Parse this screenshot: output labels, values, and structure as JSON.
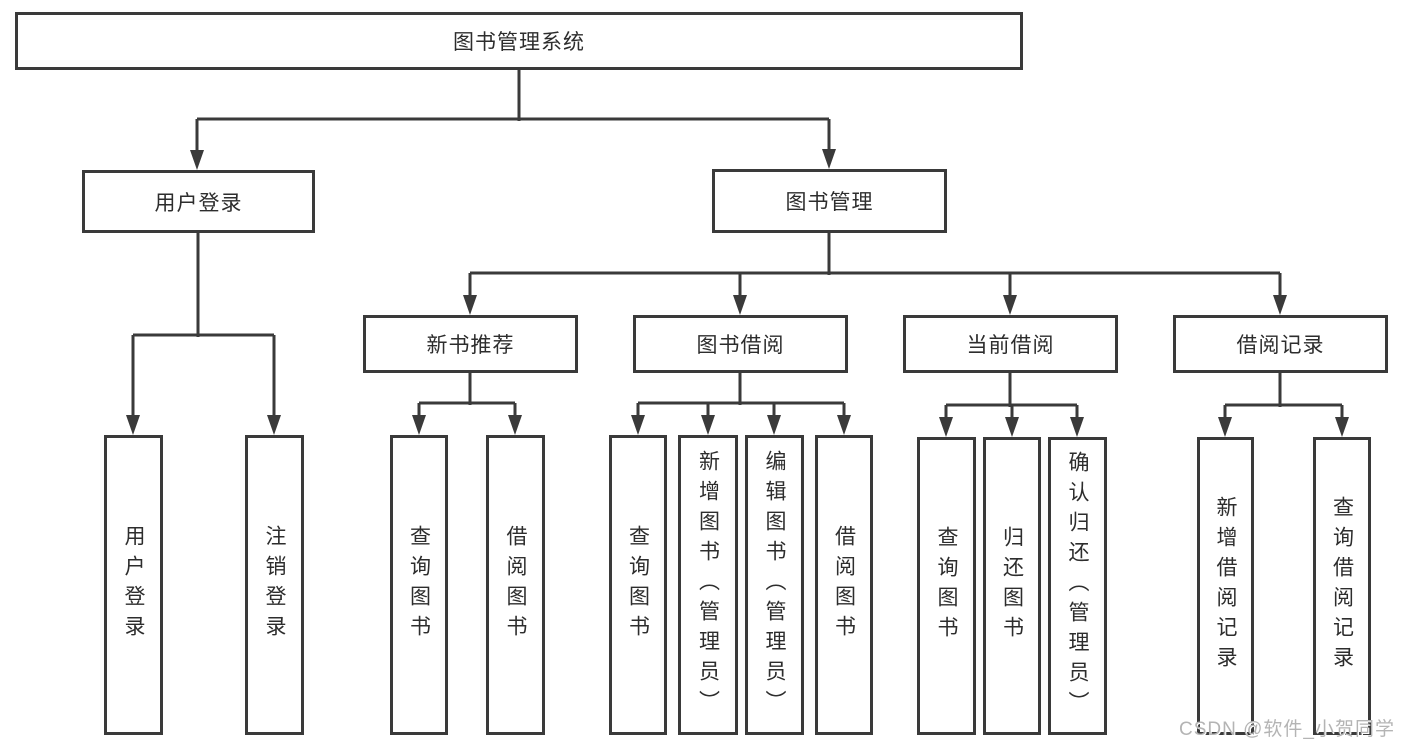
{
  "colors": {
    "line": "#3a3a3a",
    "box_border": "#3a3a3a",
    "text": "#2d2d2d",
    "watermark": "#b4b4b4",
    "background": "#ffffff"
  },
  "diagram": {
    "root": {
      "label": "图书管理系统"
    },
    "level2": {
      "user_login": {
        "label": "用户登录"
      },
      "book_mgmt": {
        "label": "图书管理"
      }
    },
    "level3": {
      "new_book": {
        "label": "新书推荐"
      },
      "borrow": {
        "label": "图书借阅"
      },
      "current": {
        "label": "当前借阅"
      },
      "records": {
        "label": "借阅记录"
      }
    },
    "leaves": {
      "user_login": [
        "用户登录",
        "注销登录"
      ],
      "new_book": [
        "查询图书",
        "借阅图书"
      ],
      "borrow": [
        "查询图书",
        "新增图书（管理员）",
        "编辑图书（管理员）",
        "借阅图书"
      ],
      "current": [
        "查询图书",
        "归还图书",
        "确认归还（管理员）"
      ],
      "records": [
        "新增借阅记录",
        "查询借阅记录"
      ]
    }
  },
  "watermark": {
    "text": "CSDN @软件_小贺同学"
  }
}
